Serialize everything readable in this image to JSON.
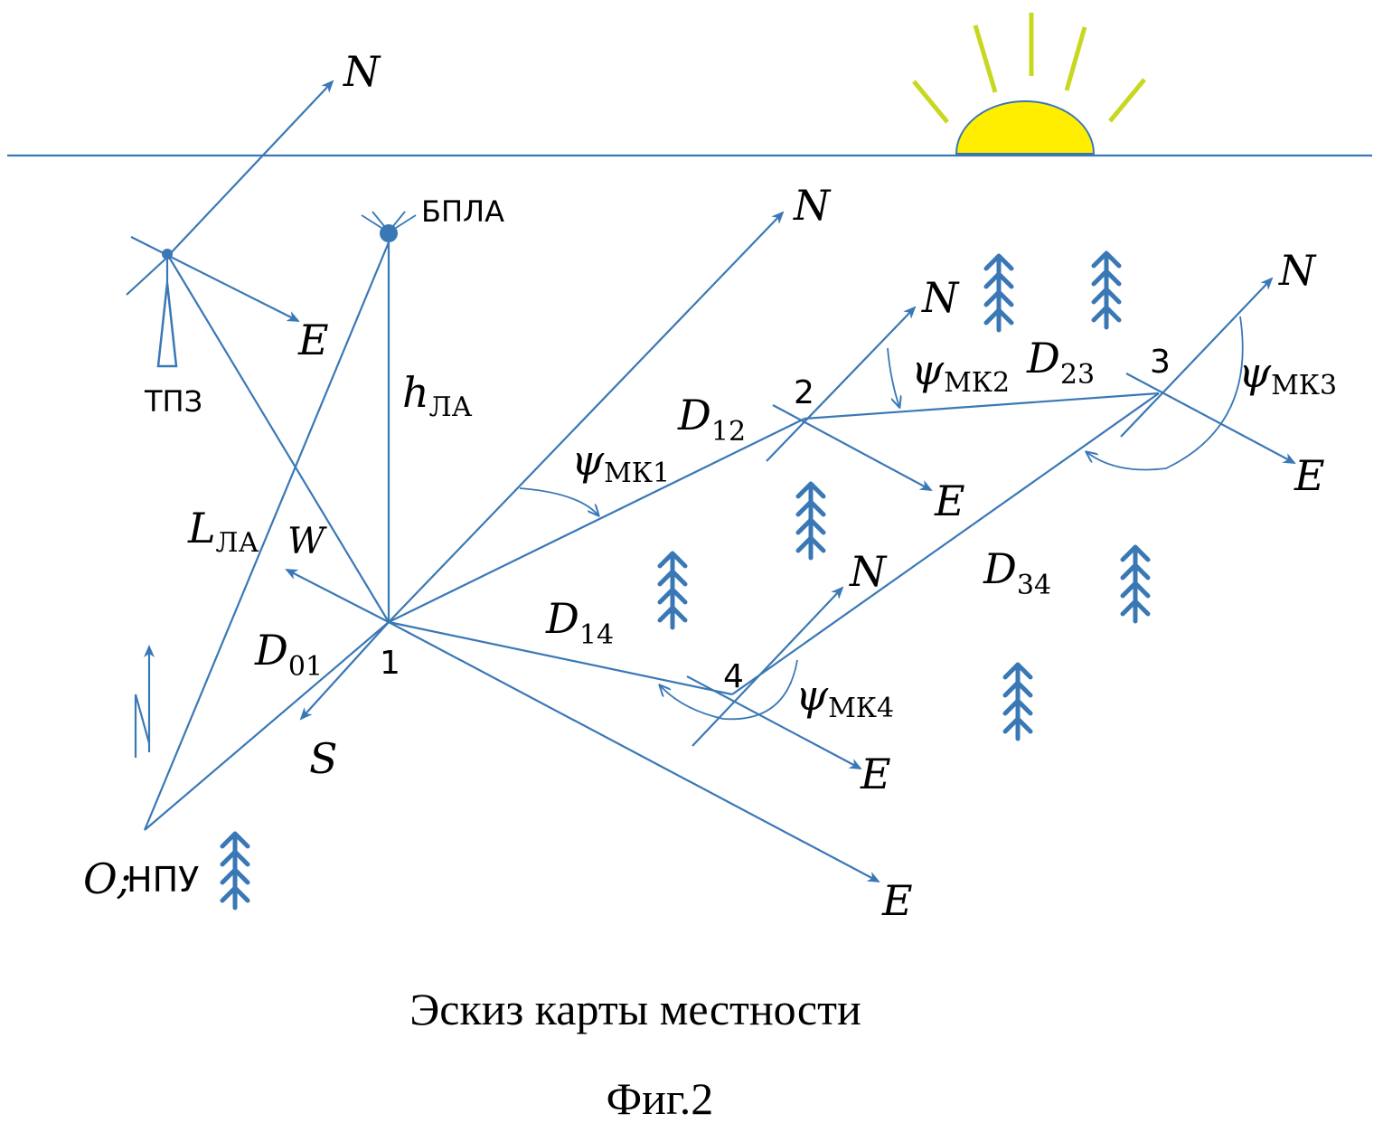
{
  "labels": {
    "north": "N",
    "east": "E",
    "west": "W",
    "south": "S",
    "uav": "БПЛА",
    "tpz": "ТПЗ",
    "origin": "O;",
    "npu": "НПУ",
    "h": "h",
    "h_sub": "ЛА",
    "L": "L",
    "L_sub": "ЛА",
    "D": "D",
    "D01_sub": "01",
    "D12_sub": "12",
    "D14_sub": "14",
    "D23_sub": "23",
    "D34_sub": "34",
    "psi": "ψ",
    "psi1_sub": "МК1",
    "psi2_sub": "МК2",
    "psi3_sub": "МК3",
    "psi4_sub": "МК4",
    "p1": "1",
    "p2": "2",
    "p3": "3",
    "p4": "4"
  },
  "caption": "Эскиз карты местности",
  "figure": "Фиг.2",
  "colors": {
    "line": "#3a78b5",
    "sun": "#ffee00",
    "sun_rays": "#c8d820",
    "text": "#000000"
  }
}
